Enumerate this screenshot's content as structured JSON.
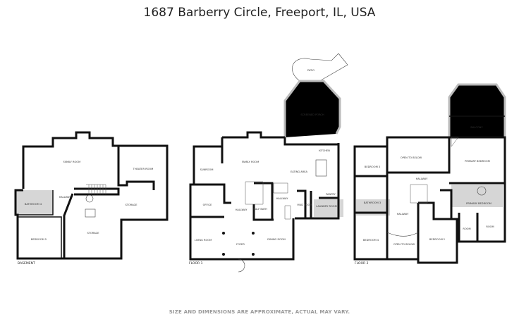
{
  "title": "1687 Barberry Circle, Freeport, IL, USA",
  "footer": "SIZE AND DIMENSIONS ARE APPROXIMATE, ACTUAL MAY VARY.",
  "floors": {
    "basement": {
      "label": "BASEMENT",
      "rooms": [
        "FAMILY ROOM",
        "THEATER ROOM",
        "BATHROOM 4",
        "HALLWAY",
        "STORAGE",
        "STORAGE",
        "BEDROOM 5"
      ]
    },
    "floor1": {
      "label": "FLOOR 1",
      "rooms": [
        "PATIO",
        "SCREENED PORCH",
        "KITCHEN",
        "FAMILY ROOM",
        "SUNROOM",
        "EATING AREA",
        "PANTRY",
        "OFFICE",
        "HALLWAY",
        "HALLWAY",
        "HALF BATH",
        "MUD ROOM",
        "LAUNDRY ROOM",
        "LIVING ROOM",
        "FOYER",
        "DINING ROOM"
      ]
    },
    "floor2": {
      "label": "FLOOR 2",
      "rooms": [
        "BALCONY",
        "OPEN TO BELOW",
        "BEDROOM 3",
        "PRIMARY BEDROOM",
        "HALLWAY",
        "BATHROOM 3",
        "HALLWAY",
        "PRIMARY BEDROOM",
        "BEDROOM 4",
        "OPEN TO BELOW",
        "BEDROOM 2",
        "ROOM",
        "ROOM"
      ]
    }
  }
}
